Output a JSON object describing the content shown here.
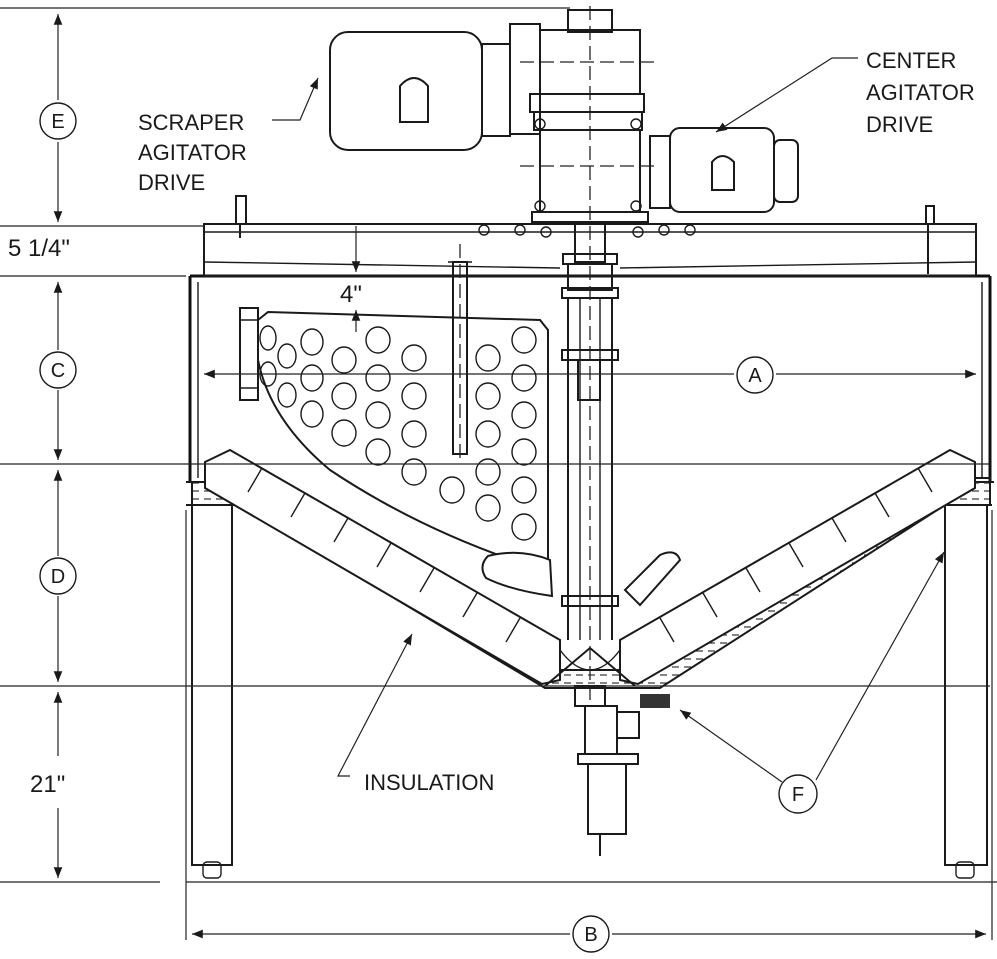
{
  "labels": {
    "scraper_drive": [
      "SCRAPER",
      "AGITATOR",
      "DRIVE"
    ],
    "center_drive": [
      "CENTER",
      "AGITATOR",
      "DRIVE"
    ],
    "insulation": "INSULATION"
  },
  "dimension_callouts": {
    "A": "A",
    "B": "B",
    "C": "C",
    "D": "D",
    "E": "E",
    "F": "F"
  },
  "dimensions": {
    "lid_thickness": "5 1/4\"",
    "scraper_offset": "4\"",
    "leg_height": "21\""
  }
}
